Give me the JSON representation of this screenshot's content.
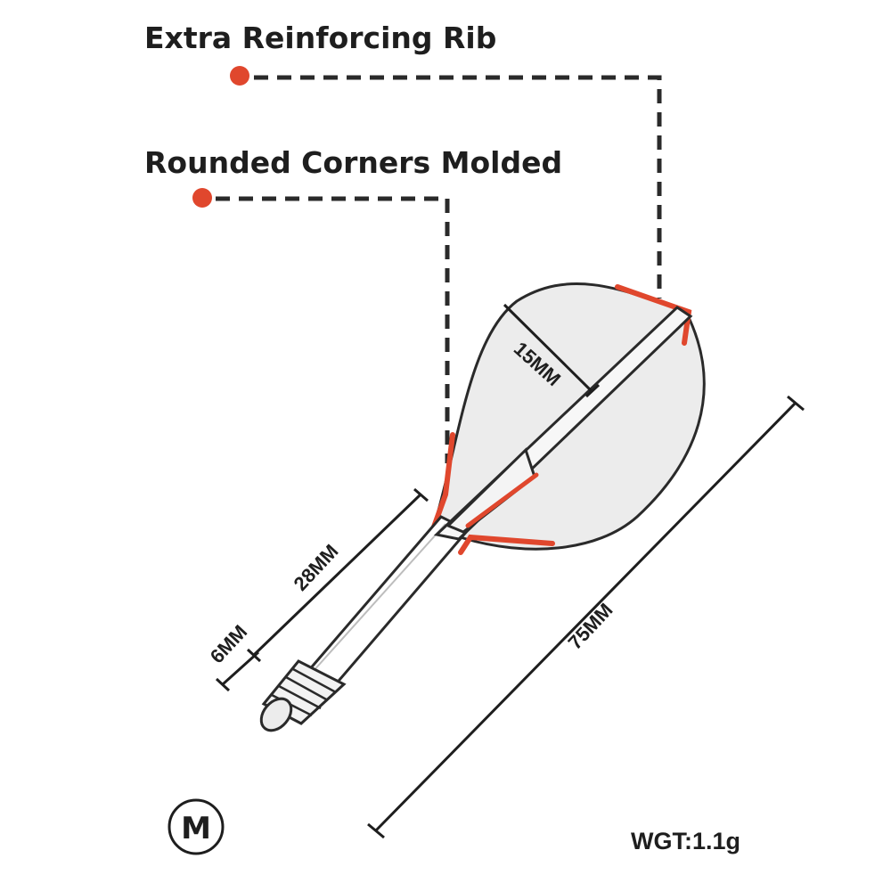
{
  "callouts": {
    "rib": "Extra Reinforcing Rib",
    "corners": "Rounded Corners Molded"
  },
  "dimensions": {
    "flight_width": "15MM",
    "stem_length": "28MM",
    "thread_length": "6MM",
    "overall_length": "75MM"
  },
  "badge": {
    "letter": "M"
  },
  "weight": {
    "label": "WGT:1.1g"
  },
  "colors": {
    "accent": "#e0472d",
    "ink": "#1e1e1e",
    "flight_fill": "#ececec",
    "background": "#ffffff"
  }
}
